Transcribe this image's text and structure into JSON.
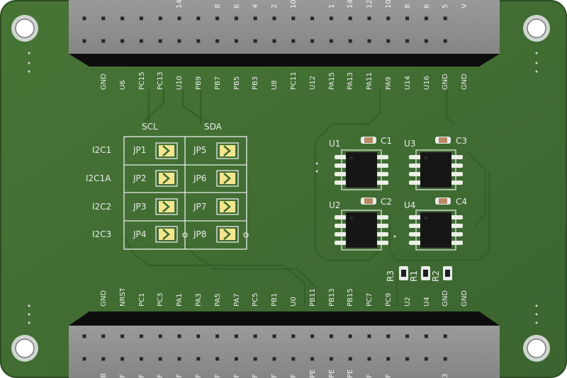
{
  "board": {
    "colors": {
      "soldermask": "#3f6b2f",
      "copper_trace": "#355f28",
      "silkscreen": "#e8ecea",
      "header_body": "#8f8f8f",
      "header_dark": "#111111",
      "jumper_pad": "#f4e68e"
    }
  },
  "top_header": {
    "labels": [
      "GND",
      "U6",
      "PC15",
      "PC13",
      "U10",
      "PB9",
      "PB7",
      "PB5",
      "PB3",
      "U8",
      "PC11",
      "U12",
      "PA15",
      "PA13",
      "PA11",
      "PA9",
      "U14",
      "U16",
      "GND",
      "GND"
    ],
    "top_partial": [
      "",
      "",
      "",
      "",
      "14",
      "",
      "8",
      "6",
      "4",
      "2",
      "10",
      "",
      "1",
      "14",
      "12",
      "10",
      "8",
      "6",
      "5",
      "V"
    ]
  },
  "bottom_header": {
    "labels": [
      "GND",
      "NRST",
      "PC1",
      "PC3",
      "PA1",
      "PA3",
      "PA5",
      "PA7",
      "PC5",
      "PB1",
      "U0",
      "PB11",
      "PB13",
      "PB15",
      "PC7",
      "PC9",
      "U2",
      "U4",
      "GND",
      "GND"
    ],
    "bottom_partial": [
      "B",
      "F",
      "F",
      "F",
      "F",
      "F",
      "F",
      "F",
      "F",
      "F",
      "F",
      "PE",
      "PE",
      "PE",
      "F",
      "F",
      "",
      "",
      "3",
      ""
    ]
  },
  "jumper_block": {
    "col_headers": [
      "SCL",
      "SDA"
    ],
    "row_labels": [
      "I2C1",
      "I2C1A",
      "I2C2",
      "I2C3"
    ],
    "scl_jumpers": [
      "JP1",
      "JP2",
      "JP3",
      "JP4"
    ],
    "sda_jumpers": [
      "JP5",
      "JP6",
      "JP7",
      "JP8"
    ]
  },
  "chips": [
    {
      "ref": "U1",
      "cap": "C1"
    },
    {
      "ref": "U3",
      "cap": "C3"
    },
    {
      "ref": "U2",
      "cap": "C2"
    },
    {
      "ref": "U4",
      "cap": "C4"
    }
  ],
  "resistors": [
    "R3",
    "R1",
    "R2"
  ]
}
